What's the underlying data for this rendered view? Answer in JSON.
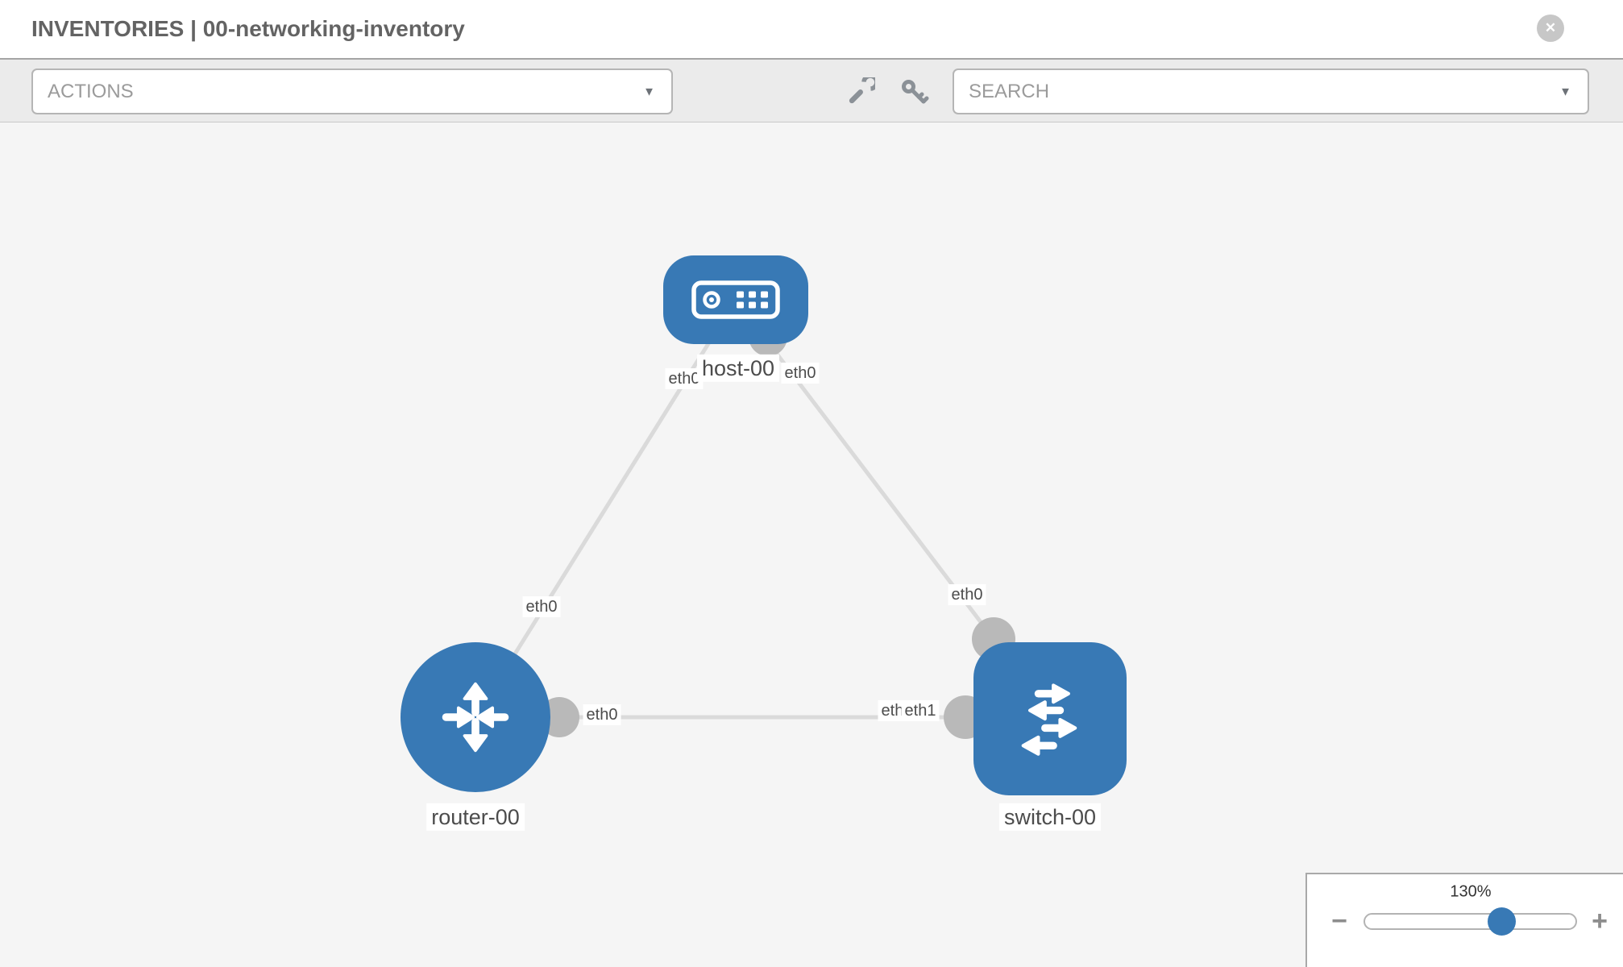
{
  "header": {
    "title": "INVENTORIES | 00-networking-inventory"
  },
  "toolbar": {
    "actions_label": "ACTIONS",
    "search_label": "SEARCH"
  },
  "icons": {
    "close": "✕",
    "caret": "▼",
    "minus": "−",
    "plus": "+",
    "wrench": "wrench-icon",
    "key": "key-icon"
  },
  "topology": {
    "nodes": [
      {
        "id": "host-00",
        "type": "host",
        "label": "host-00"
      },
      {
        "id": "router-00",
        "type": "router",
        "label": "router-00"
      },
      {
        "id": "switch-00",
        "type": "switch",
        "label": "switch-00"
      }
    ],
    "links": [
      {
        "from": "host-00",
        "from_iface": "eth0",
        "to": "router-00",
        "to_iface": "eth0"
      },
      {
        "from": "host-00",
        "from_iface": "eth0",
        "to": "switch-00",
        "to_iface": "eth0"
      },
      {
        "from": "router-00",
        "from_iface": "eth0",
        "to": "switch-00",
        "to_iface": "eth1"
      }
    ],
    "labels": {
      "host": "host-00",
      "router": "router-00",
      "switch": "switch-00",
      "host_left_iface": "eth0",
      "host_right_iface": "eth0",
      "router_top_iface": "eth0",
      "router_right_iface": "eth0",
      "switch_top_iface": "eth0",
      "switch_left_iface_under": "eth0",
      "switch_left_iface": "eth1"
    }
  },
  "zoom_control": {
    "level": "130%"
  },
  "colors": {
    "node_blue": "#3879b5",
    "port_gray": "#b9b9b9",
    "link_gray": "#dadada",
    "chip_text": "#4c4c4c",
    "toolbar_bg": "#ebebeb",
    "canvas_bg": "#f5f5f5"
  }
}
